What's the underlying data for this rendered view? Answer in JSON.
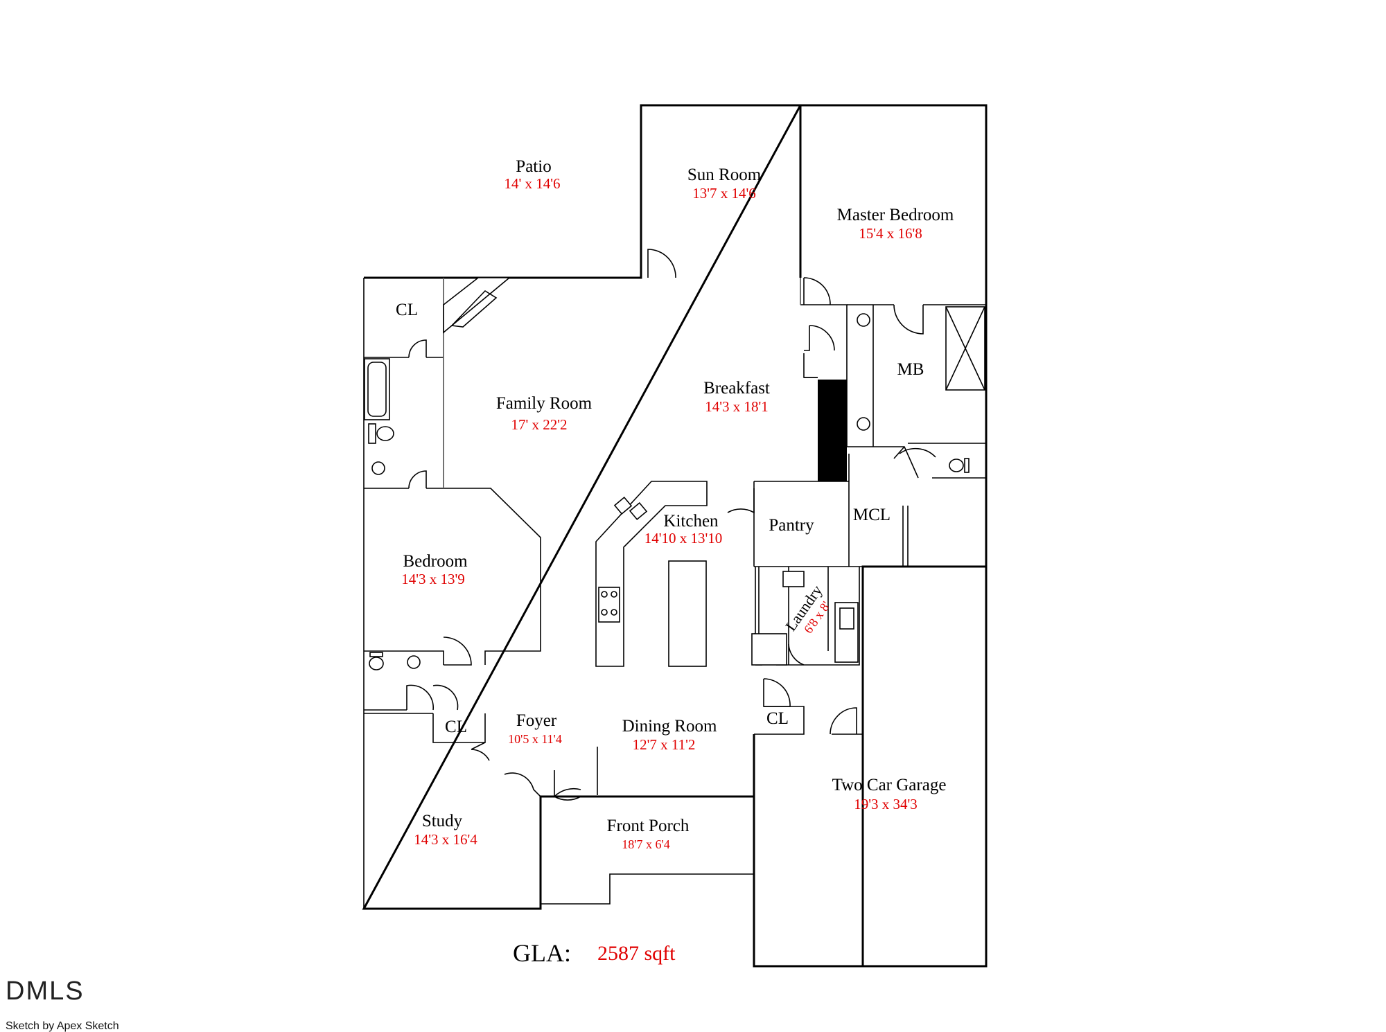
{
  "rooms": {
    "patio": {
      "name": "Patio",
      "dim": "14' x 14'6"
    },
    "sun_room": {
      "name": "Sun Room",
      "dim": "13'7 x 14'6"
    },
    "master_bedroom": {
      "name": "Master Bedroom",
      "dim": "15'4 x 16'8"
    },
    "cl_upper": {
      "name": "CL"
    },
    "family_room": {
      "name": "Family Room",
      "dim": "17' x 22'2"
    },
    "breakfast": {
      "name": "Breakfast",
      "dim": "14'3 x 18'1"
    },
    "mb": {
      "name": "MB"
    },
    "kitchen": {
      "name": "Kitchen",
      "dim": "14'10 x 13'10"
    },
    "pantry": {
      "name": "Pantry"
    },
    "mcl": {
      "name": "MCL"
    },
    "bedroom": {
      "name": "Bedroom",
      "dim": "14'3 x 13'9"
    },
    "laundry": {
      "name": "Laundry",
      "dim": "6'8 x 8'"
    },
    "cl_foyer": {
      "name": "CL"
    },
    "foyer": {
      "name": "Foyer",
      "dim": "10'5 x 11'4"
    },
    "dining_room": {
      "name": "Dining Room",
      "dim": "12'7 x 11'2"
    },
    "cl_garage": {
      "name": "CL"
    },
    "two_car_garage": {
      "name": "Two Car Garage",
      "dim": "19'3 x 34'3"
    },
    "study": {
      "name": "Study",
      "dim": "14'3 x 16'4"
    },
    "front_porch": {
      "name": "Front Porch",
      "dim": "18'7 x 6'4"
    }
  },
  "gla": {
    "label": "GLA:",
    "value": "2587 sqft"
  },
  "branding": {
    "logo_text": "DMLS",
    "credit": "Sketch by Apex Sketch"
  }
}
